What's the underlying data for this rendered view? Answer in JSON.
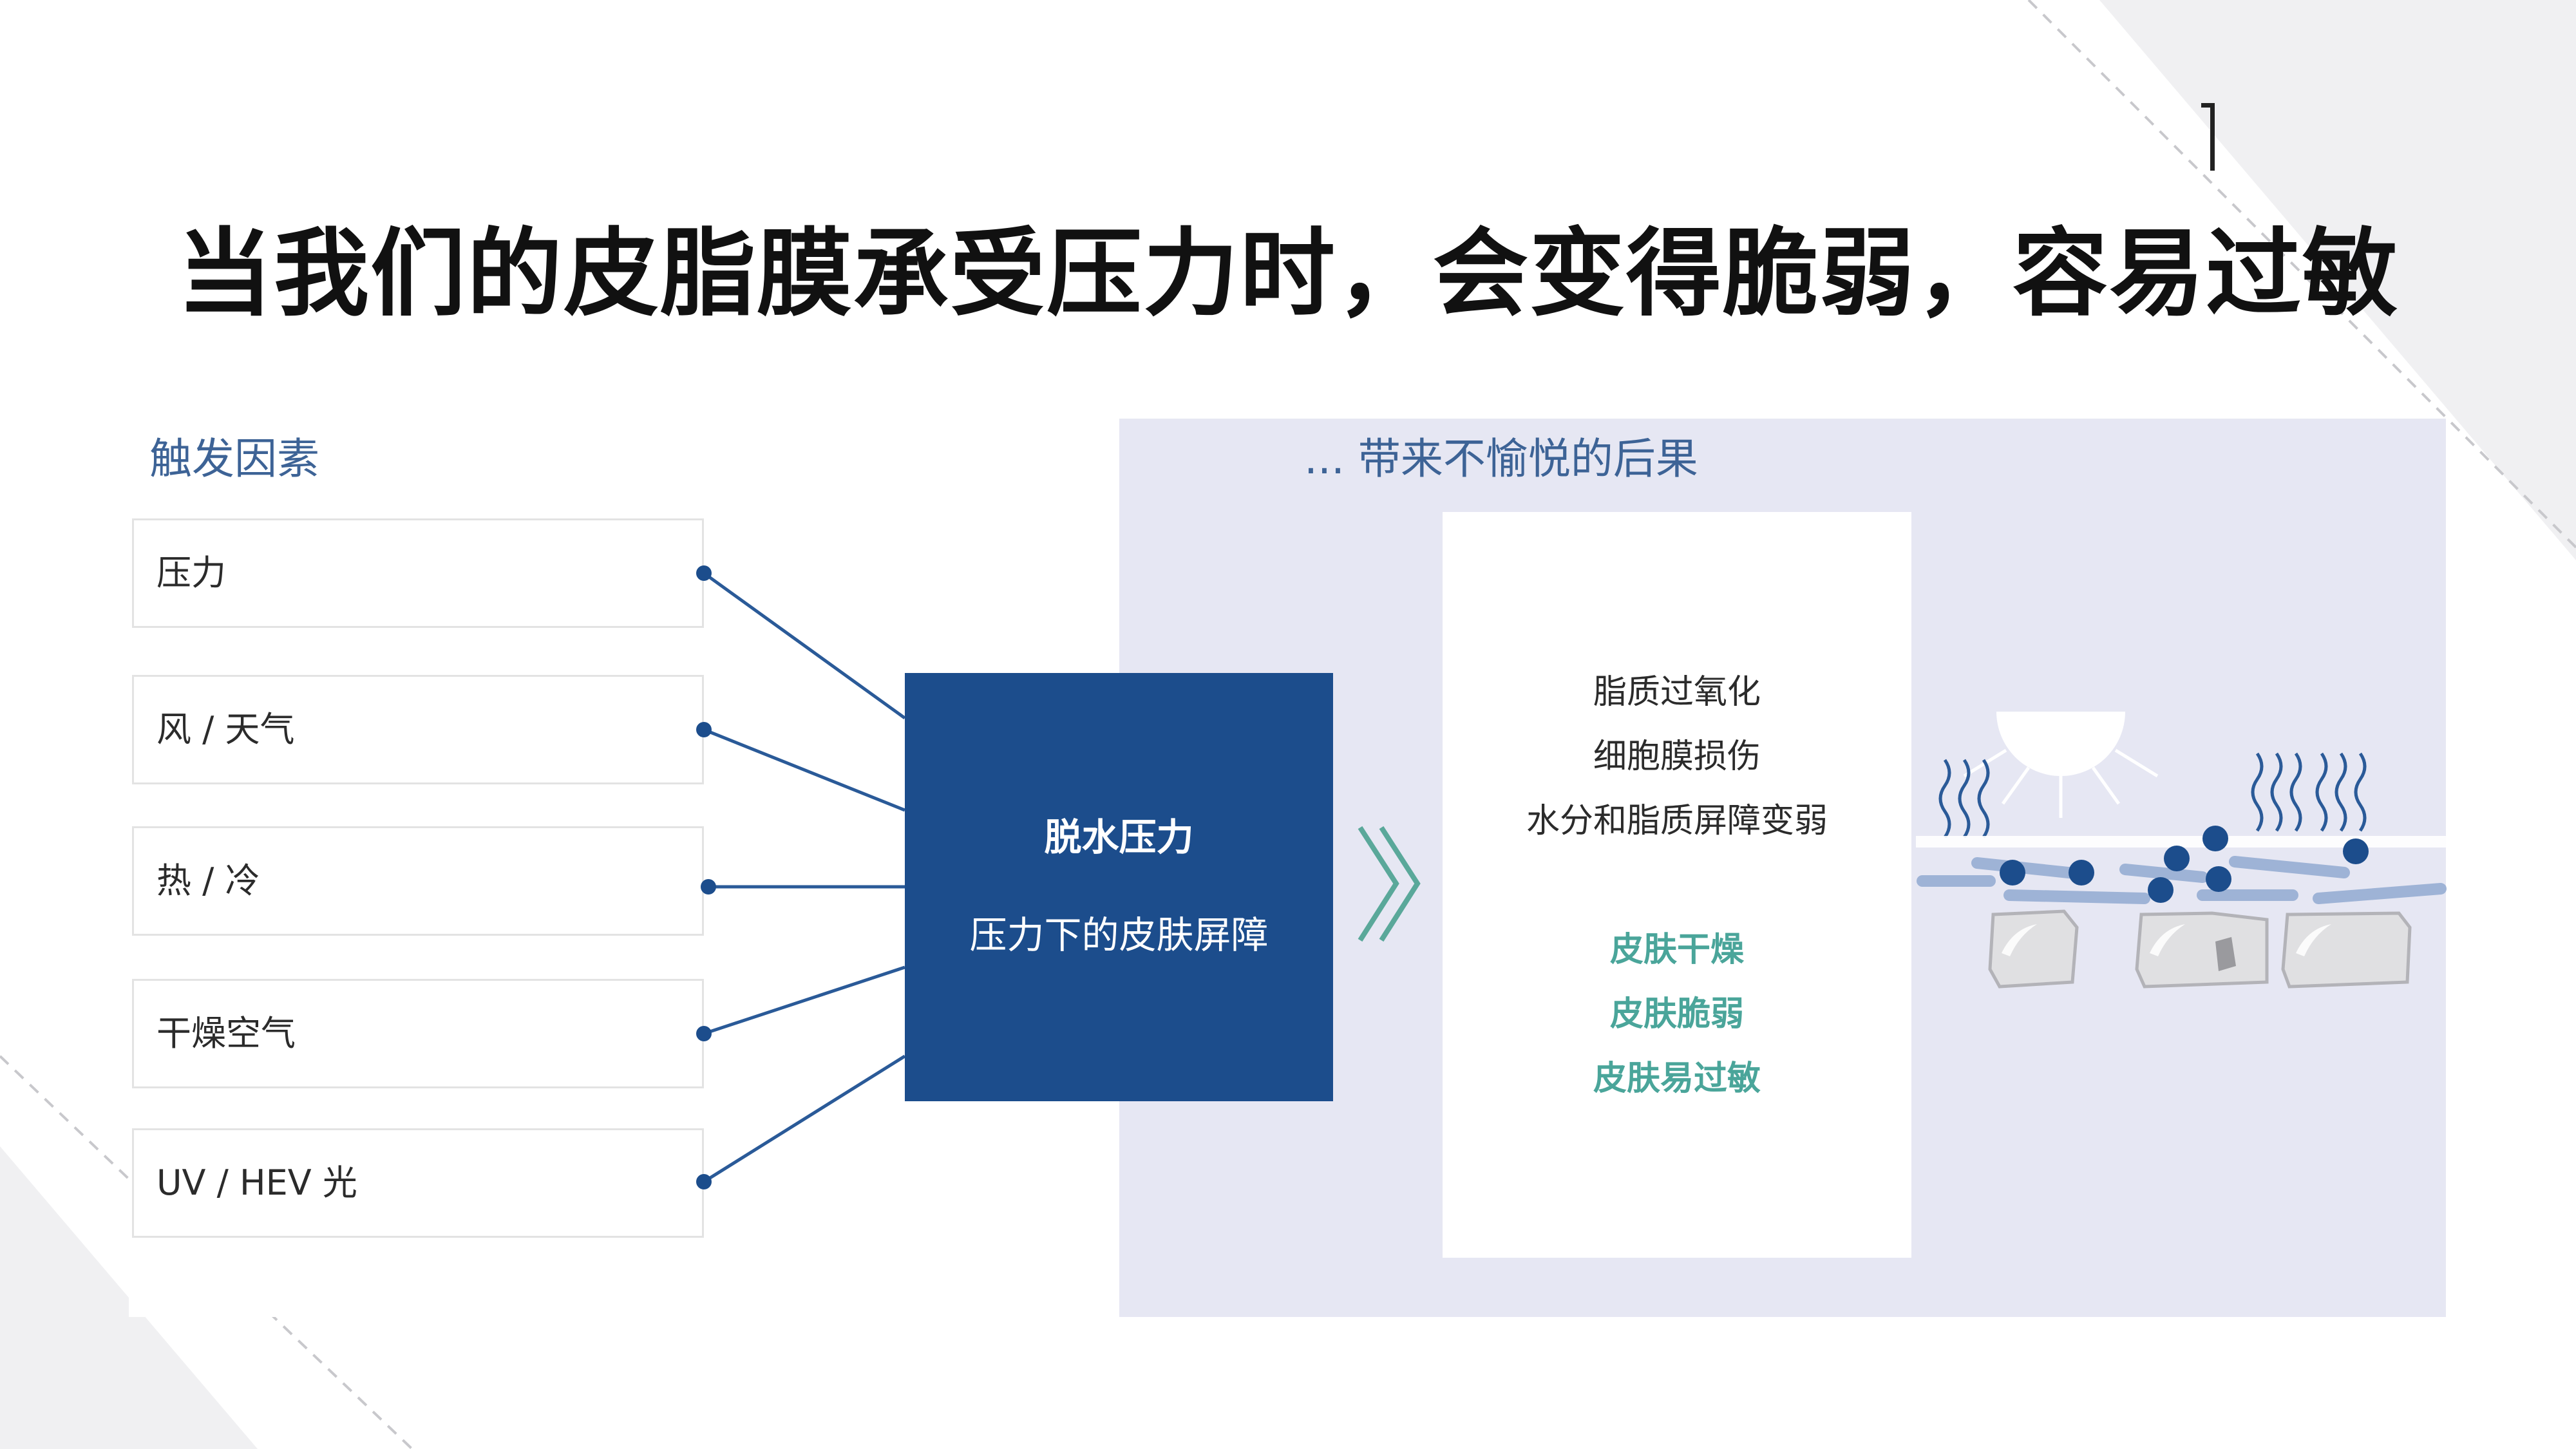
{
  "title": "当我们的皮脂膜承受压力时，会变得脆弱，容易过敏",
  "triggers_heading": "触发因素",
  "triggers": [
    {
      "label": "压力"
    },
    {
      "label": "风 / 天气"
    },
    {
      "label": "热 / 冷"
    },
    {
      "label": "干燥空气"
    },
    {
      "label": "UV / HEV 光"
    }
  ],
  "center": {
    "title": "脱水压力",
    "subtitle": "压力下的皮肤屏障"
  },
  "consequences_heading": "... 带来不愉悦的后果",
  "effects": [
    "脂质过氧化",
    "细胞膜损伤",
    "水分和脂质屏障变弱"
  ],
  "outcomes": [
    "皮肤干燥",
    "皮肤脆弱",
    "皮肤易过敏"
  ],
  "colors": {
    "primary_blue": "#1c4d8c",
    "heading_blue": "#3d6396",
    "outcome_green": "#4aa59a",
    "panel_lavender": "#e6e7f3",
    "chevron_teal": "#5aa89a"
  },
  "icons": [
    "chevron-right-icon",
    "sun-icon",
    "heat-wave-icon",
    "skin-layer-icon"
  ]
}
